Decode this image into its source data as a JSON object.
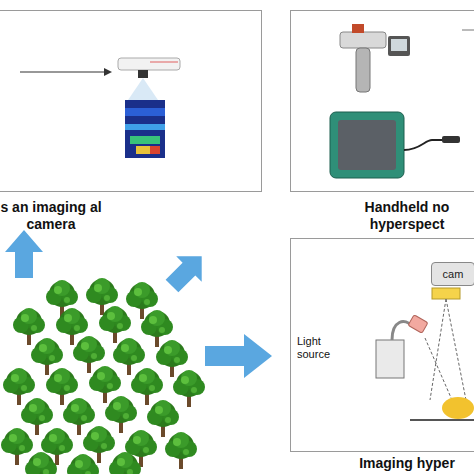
{
  "diagram": {
    "nodes": [
      {
        "text": [
          "s an imaging al camera"
        ]
      },
      {
        "text": [
          "Handheld no hyperspect"
        ]
      },
      {
        "text": [
          "Imaging hyper"
        ]
      },
      {
        "text": [
          "cam"
        ],
        "in": 2
      }
    ],
    "labels": [
      "Light source"
    ]
  }
}
